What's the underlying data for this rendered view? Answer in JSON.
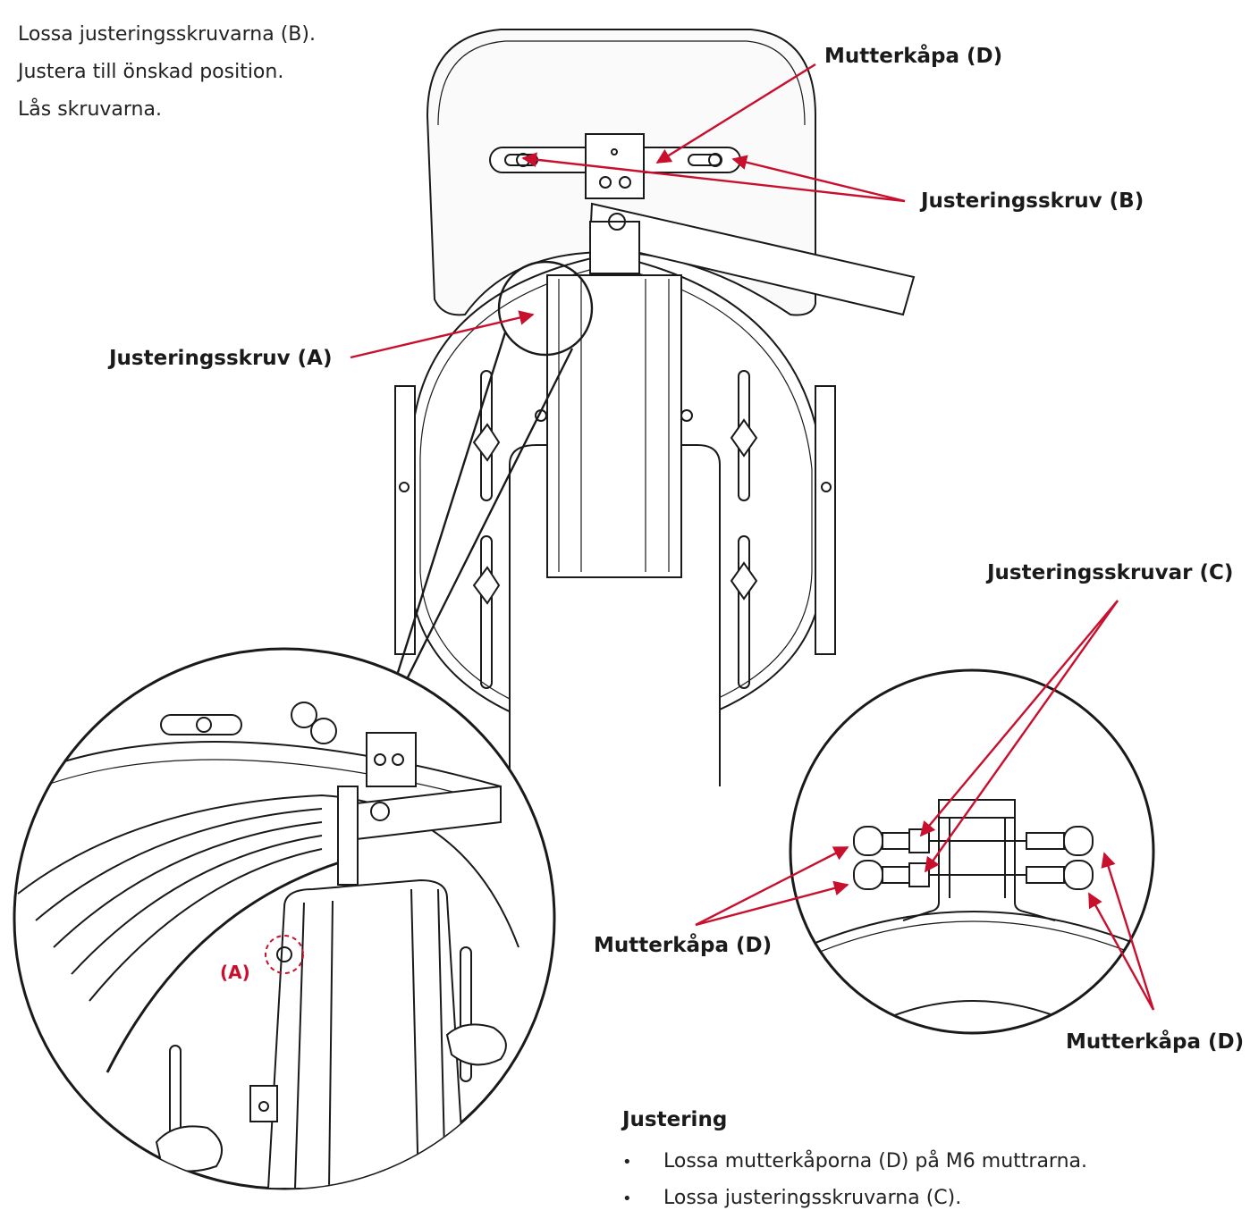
{
  "instructions": [
    "Lossa justeringsskruvarna (B).",
    "Justera till önskad position.",
    "Lås skruvarna."
  ],
  "labels": {
    "nut_cover_top": "Mutterkåpa (D)",
    "screw_b": "Justeringsskruv (B)",
    "screw_a": "Justeringsskruv (A)",
    "screws_c": "Justeringsskruvar (C)",
    "nut_cover_left": "Mutterkåpa (D)",
    "nut_cover_right": "Mutterkåpa (D)",
    "detail_a": "(A)"
  },
  "adjustment": {
    "title": "Justering",
    "steps": [
      "Lossa mutterkåporna (D) på M6 muttrarna.",
      "Lossa justeringsskruvarna (C)."
    ]
  },
  "colors": {
    "arrow": "#c8102e",
    "line": "#1a1a1a"
  }
}
